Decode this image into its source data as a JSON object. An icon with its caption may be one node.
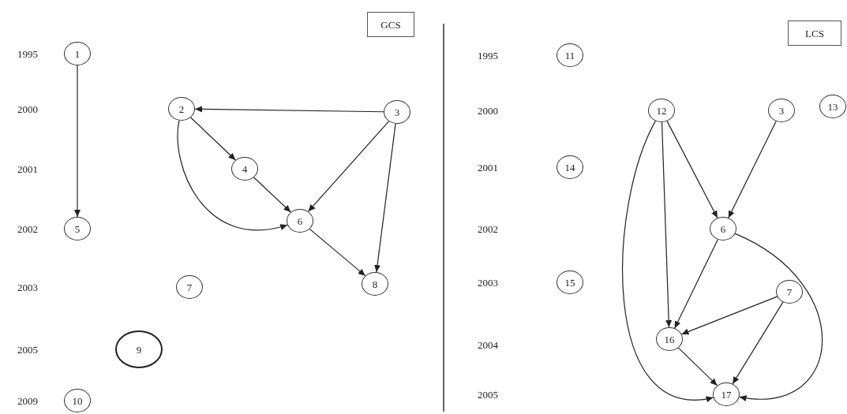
{
  "diagram": {
    "nodes": [
      {
        "text": [
          "GCS"
        ]
      },
      {
        "text": [
          "1"
        ]
      },
      {
        "text": [
          "2"
        ]
      },
      {
        "text": [
          "3"
        ]
      },
      {
        "text": [
          "4"
        ]
      },
      {
        "text": [
          "6"
        ]
      },
      {
        "text": [
          "5"
        ]
      },
      {
        "text": [
          "7"
        ]
      },
      {
        "text": [
          "8"
        ]
      },
      {
        "text": [
          "9"
        ]
      },
      {
        "text": [
          "10"
        ]
      },
      {
        "text": [
          "LCS"
        ]
      },
      {
        "text": [
          "11"
        ]
      },
      {
        "text": [
          "12"
        ]
      },
      {
        "text": [
          "3"
        ]
      },
      {
        "text": [
          "13"
        ]
      },
      {
        "text": [
          "14"
        ]
      },
      {
        "text": [
          "6"
        ]
      },
      {
        "text": [
          "15"
        ]
      },
      {
        "text": [
          "7"
        ]
      },
      {
        "text": [
          "16"
        ]
      },
      {
        "text": [
          "17"
        ]
      }
    ],
    "edges": [
      {
        "from": 1,
        "to": 6,
        "arrow": "to"
      },
      {
        "from": 3,
        "to": 2,
        "arrow": "to"
      },
      {
        "from": 2,
        "to": 4,
        "arrow": "to"
      },
      {
        "from": 4,
        "to": 5,
        "arrow": "to"
      },
      {
        "from": 3,
        "to": 5,
        "arrow": "to"
      },
      {
        "from": 3,
        "to": 8,
        "arrow": "to"
      },
      {
        "from": 2,
        "to": 5,
        "arrow": "to"
      },
      {
        "from": 5,
        "to": 8,
        "arrow": "to"
      },
      {
        "from": 13,
        "to": 17,
        "arrow": "to"
      },
      {
        "from": 14,
        "to": 17,
        "arrow": "to"
      },
      {
        "from": 13,
        "to": 20,
        "arrow": "to"
      },
      {
        "from": 13,
        "to": 21,
        "arrow": "to"
      },
      {
        "from": 17,
        "to": 20,
        "arrow": "to"
      },
      {
        "from": 17,
        "to": 21,
        "arrow": "to"
      },
      {
        "from": 19,
        "to": 20,
        "arrow": "to"
      },
      {
        "from": 19,
        "to": 21,
        "arrow": "to"
      },
      {
        "from": 20,
        "to": 21,
        "arrow": "to"
      }
    ],
    "labels": [
      "1995",
      "2000",
      "2001",
      "2002",
      "2003",
      "2005",
      "2009",
      "1995",
      "2000",
      "2001",
      "2002",
      "2003",
      "2004",
      "2005"
    ]
  }
}
